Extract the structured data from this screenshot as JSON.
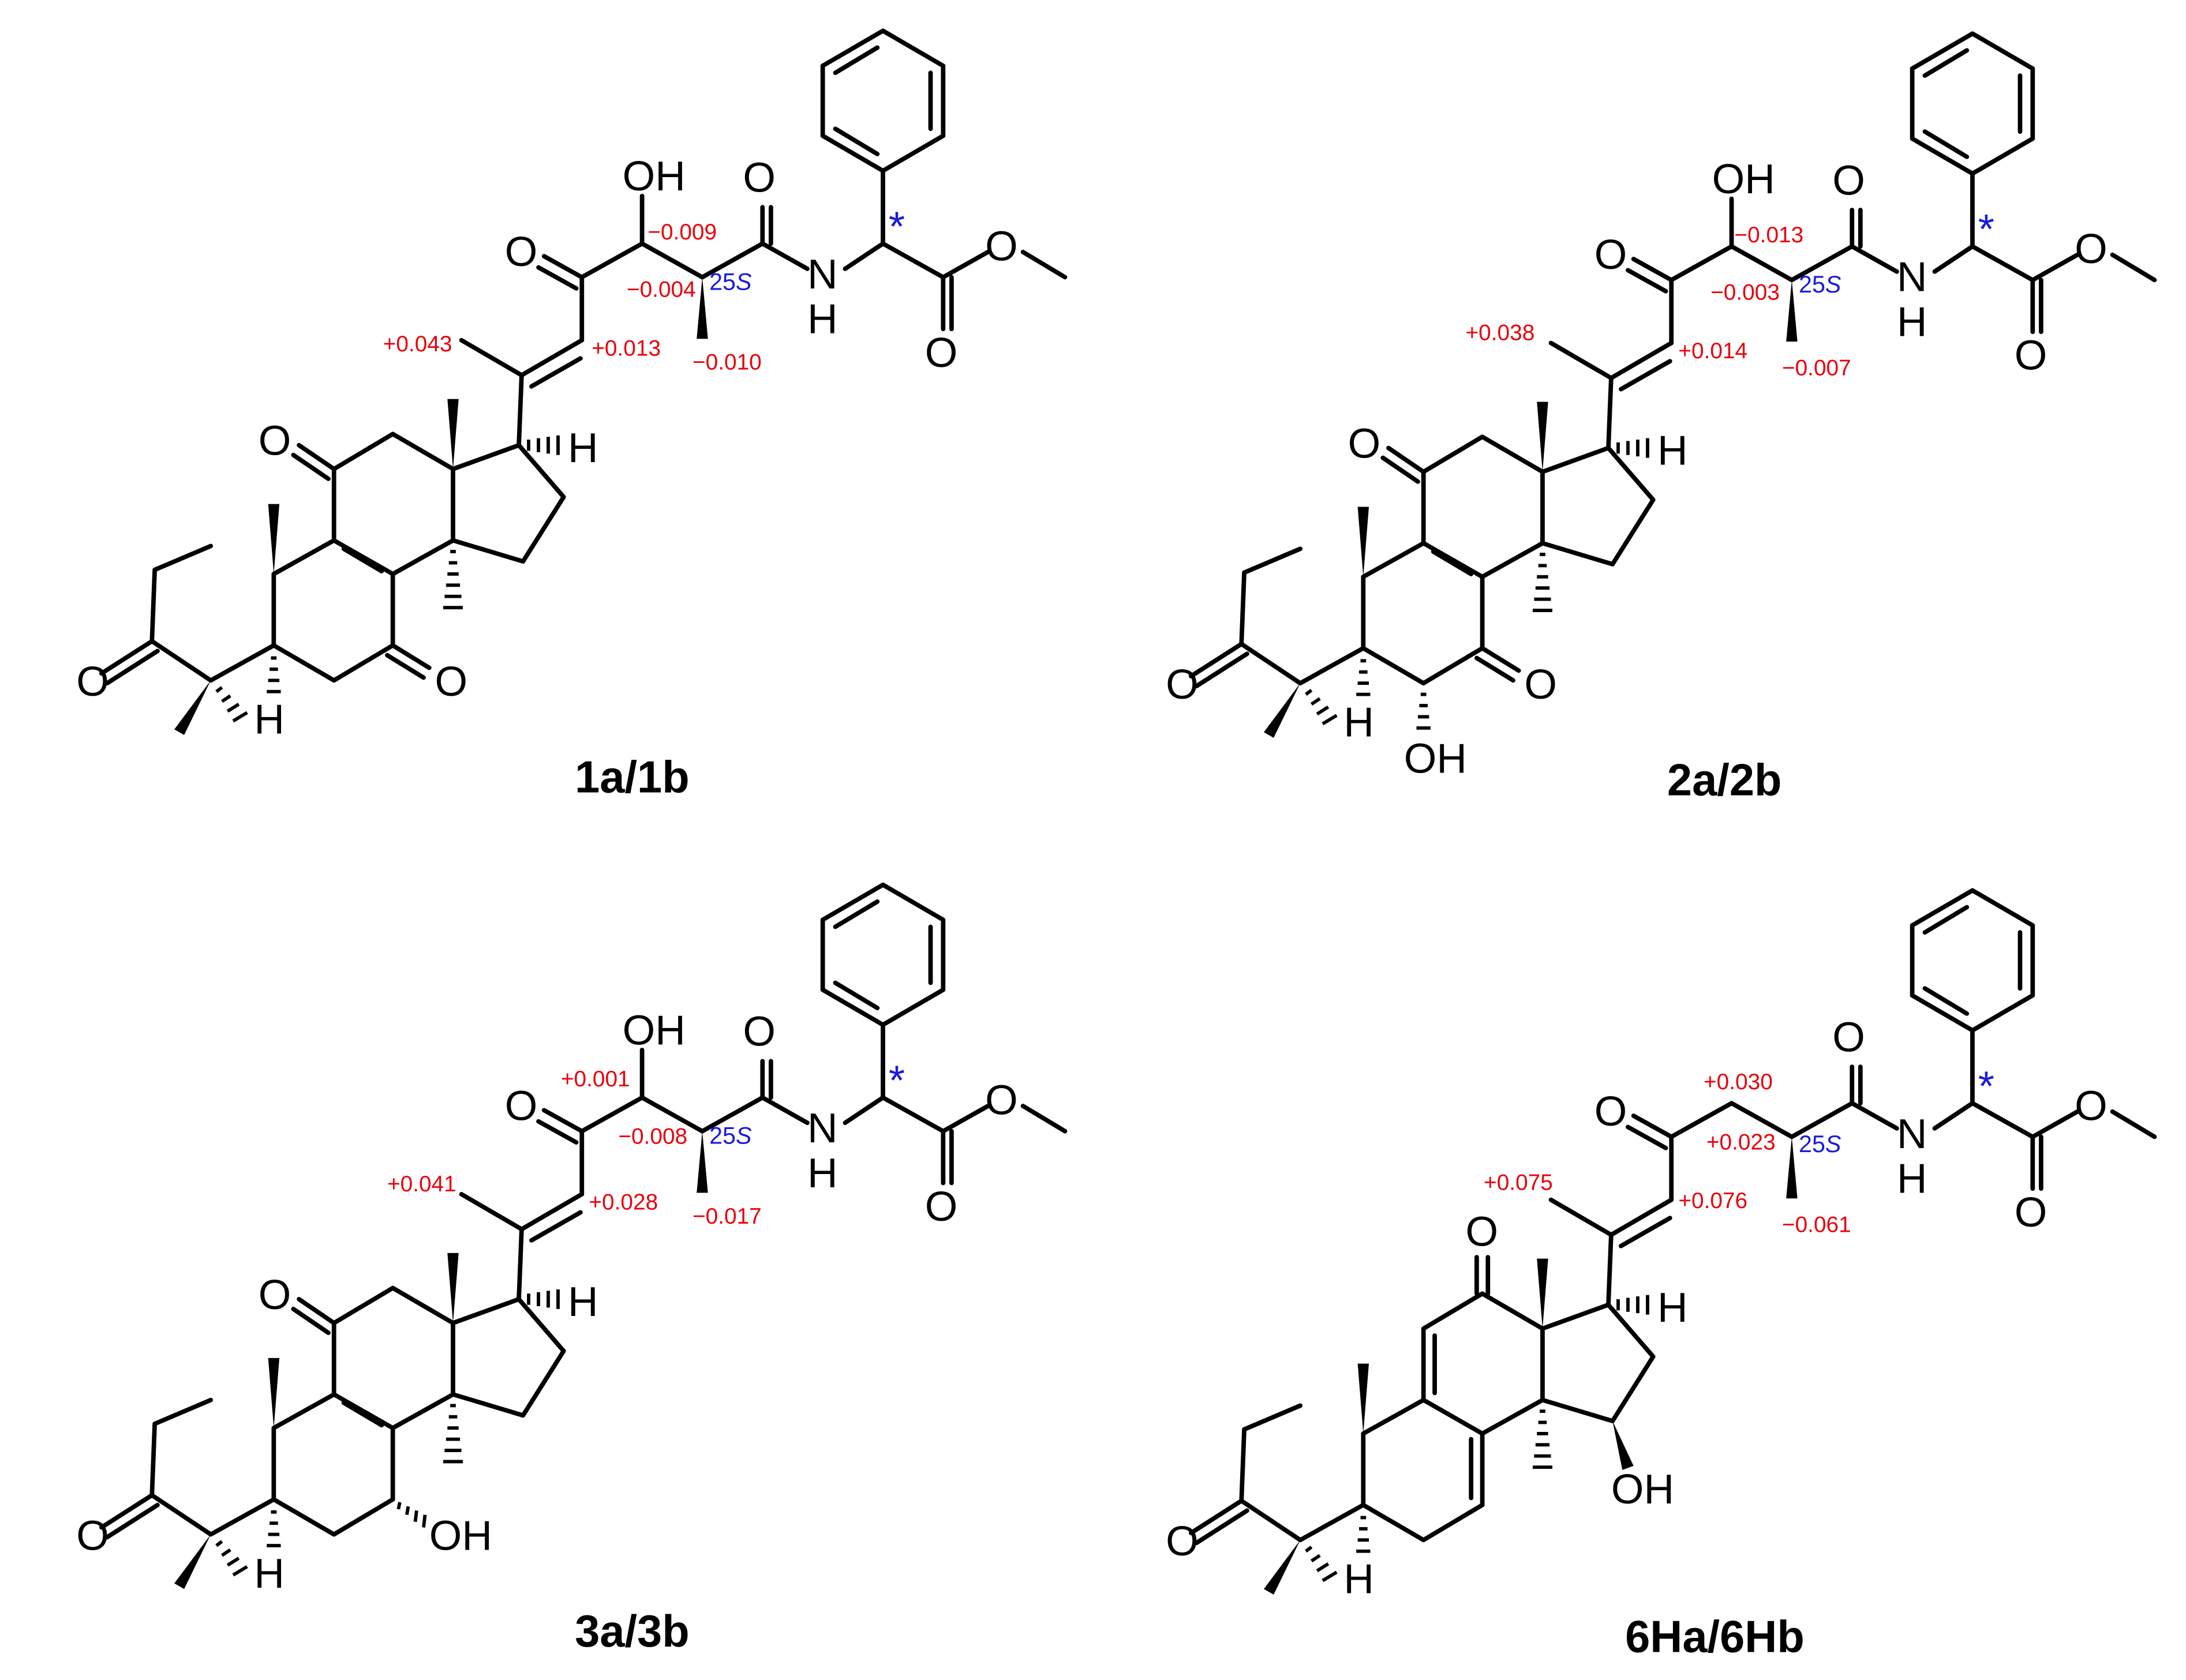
{
  "structures": [
    {
      "label": "1a/1b",
      "d_c21": "+0.043",
      "d_c22": "+0.013",
      "d_c24": "−0.009",
      "d_c25": "−0.004",
      "d_c27": "−0.010",
      "stereo_num": "25",
      "stereo_letter": "S",
      "star": "*",
      "a_oh_side": "OH",
      "a_o_amide": "O",
      "a_o_ketone": "O",
      "a_nh": "N",
      "a_nh_h": "H",
      "a_o_ester1": "O",
      "a_o_ester2": "O",
      "a_h17": "H",
      "a_o11": "O",
      "a_o3": "O",
      "a_o7": "O",
      "a_h5": "H"
    },
    {
      "label": "2a/2b",
      "d_c21": "+0.038",
      "d_c22": "+0.014",
      "d_c24": "−0.013",
      "d_c25": "−0.003",
      "d_c27": "−0.007",
      "stereo_num": "25",
      "stereo_letter": "S",
      "star": "*",
      "a_oh_side": "OH",
      "a_o_amide": "O",
      "a_o_ketone": "O",
      "a_nh": "N",
      "a_nh_h": "H",
      "a_o_ester1": "O",
      "a_o_ester2": "O",
      "a_h17": "H",
      "a_o11": "O",
      "a_o3": "O",
      "a_o7": "O",
      "a_h5": "H",
      "a_oh6": "OH"
    },
    {
      "label": "3a/3b",
      "d_c21": "+0.041",
      "d_c22": "+0.028",
      "d_c24": "+0.001",
      "d_c25": "−0.008",
      "d_c27": "−0.017",
      "stereo_num": "25",
      "stereo_letter": "S",
      "star": "*",
      "a_oh_side": "OH",
      "a_o_amide": "O",
      "a_o_ketone": "O",
      "a_nh": "N",
      "a_nh_h": "H",
      "a_o_ester1": "O",
      "a_o_ester2": "O",
      "a_h17": "H",
      "a_o11": "O",
      "a_o3": "O",
      "a_oh7": "OH",
      "a_h5": "H"
    },
    {
      "label": "6Ha/6Hb",
      "d_c21": "+0.075",
      "d_c22": "+0.076",
      "d_c24": "+0.030",
      "d_c25": "+0.023",
      "d_c27": "−0.061",
      "stereo_num": "25",
      "stereo_letter": "S",
      "star": "*",
      "a_o_amide": "O",
      "a_o_ketone": "O",
      "a_nh": "N",
      "a_nh_h": "H",
      "a_o_ester1": "O",
      "a_o_ester2": "O",
      "a_h17": "H",
      "a_o12": "O",
      "a_o3": "O",
      "a_oh15": "OH",
      "a_h5": "H"
    }
  ]
}
